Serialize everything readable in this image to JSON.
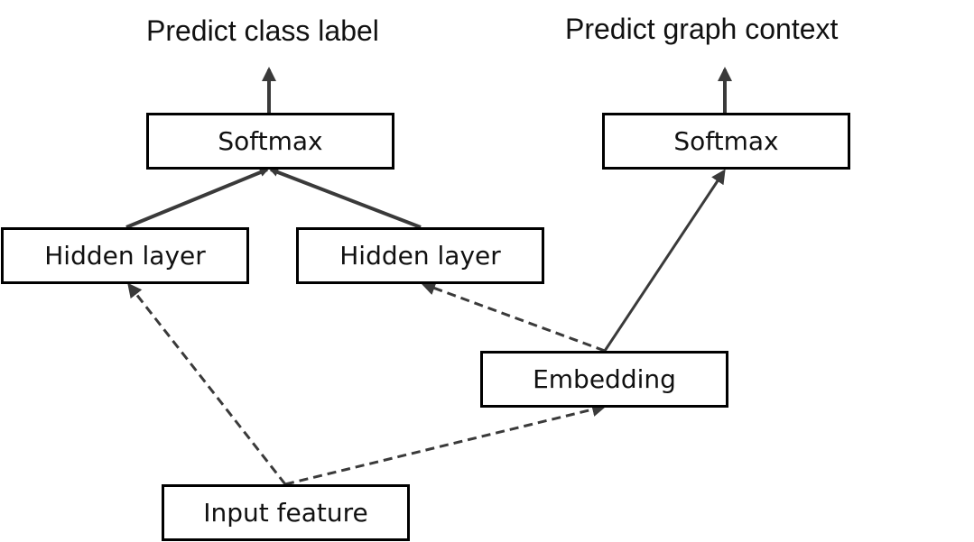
{
  "titles": {
    "left": "Predict class label",
    "right": "Predict graph context"
  },
  "nodes": {
    "softmax_left": "Softmax",
    "softmax_right": "Softmax",
    "hidden_left": "Hidden layer",
    "hidden_right": "Hidden layer",
    "embedding": "Embedding",
    "input": "Input feature"
  },
  "edges": [
    {
      "from": "softmax_left",
      "to": "title_left",
      "style": "solid"
    },
    {
      "from": "softmax_right",
      "to": "title_right",
      "style": "solid"
    },
    {
      "from": "hidden_left",
      "to": "softmax_left",
      "style": "solid"
    },
    {
      "from": "hidden_right",
      "to": "softmax_left",
      "style": "solid"
    },
    {
      "from": "embedding",
      "to": "softmax_right",
      "style": "solid"
    },
    {
      "from": "input",
      "to": "hidden_left",
      "style": "dashed"
    },
    {
      "from": "input",
      "to": "embedding",
      "style": "dashed"
    },
    {
      "from": "embedding",
      "to": "hidden_right",
      "style": "dashed"
    }
  ],
  "colors": {
    "box_border": "#000000",
    "arrow": "#3a3a3a",
    "text": "#111111"
  }
}
